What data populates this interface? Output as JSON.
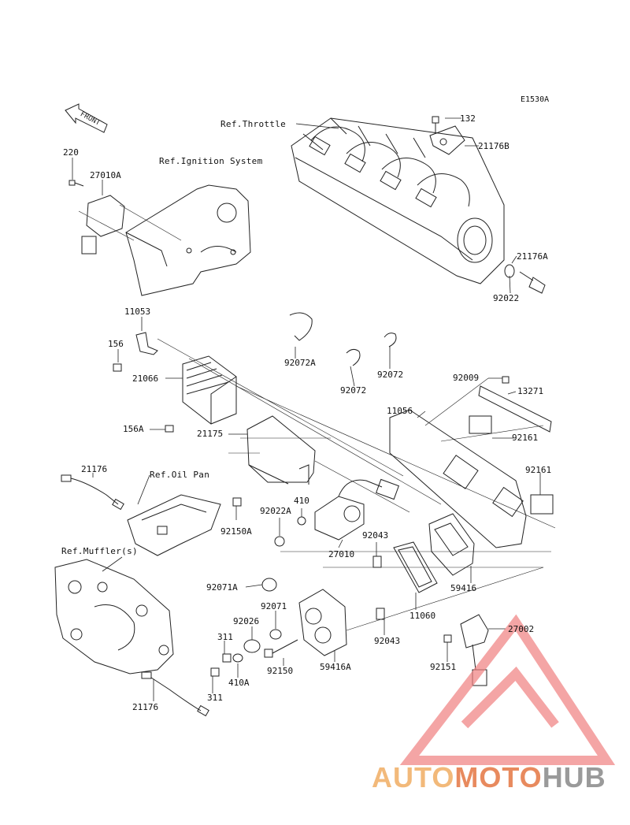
{
  "diagram": {
    "code": "E1530A",
    "front_label": "FRONT",
    "refs": {
      "throttle": "Ref.Throttle",
      "ignition": "Ref.Ignition System",
      "oil_pan": "Ref.Oil Pan",
      "muffler": "Ref.Muffler(s)"
    },
    "parts": {
      "p132": "132",
      "p21176B": "21176B",
      "p21176A": "21176A",
      "p92022": "92022",
      "p220": "220",
      "p27010A": "27010A",
      "p11053": "11053",
      "p156": "156",
      "p21066": "21066",
      "p156A": "156A",
      "p92072A": "92072A",
      "p92072_1": "92072",
      "p92072_2": "92072",
      "p92009": "92009",
      "p13271": "13271",
      "p11056": "11056",
      "p92161_1": "92161",
      "p92161_2": "92161",
      "p21175": "21175",
      "p21176_top": "21176",
      "p410": "410",
      "p92022A": "92022A",
      "p92150A": "92150A",
      "p27010": "27010",
      "p92043_1": "92043",
      "p59416": "59416",
      "p11060": "11060",
      "p92071A": "92071A",
      "p92071": "92071",
      "p92026": "92026",
      "p311_1": "311",
      "p311_2": "311",
      "p410A": "410A",
      "p92150": "92150",
      "p59416A": "59416A",
      "p92043_2": "92043",
      "p27002": "27002",
      "p92151": "92151",
      "p21176_bottom": "21176"
    }
  },
  "watermark": {
    "part1": "AUTO",
    "part2": "MOTO",
    "part3": "HUB",
    "color_light": "#f2b97a",
    "color_mid": "#e88a5e",
    "color_grey": "#9a9a9a",
    "logo_color": "#f08080"
  }
}
